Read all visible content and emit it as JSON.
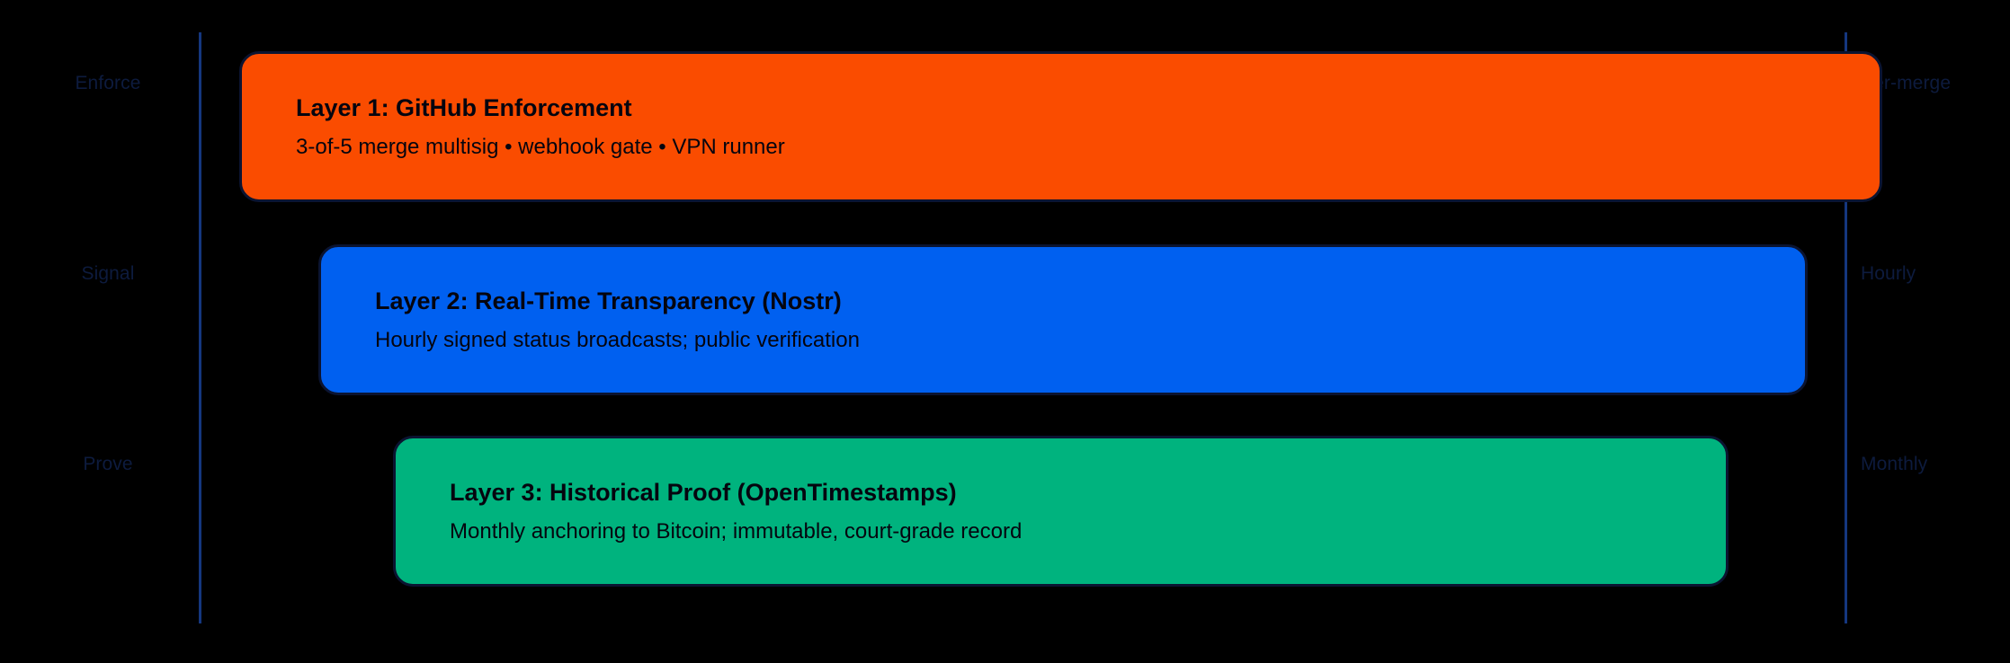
{
  "diagram": {
    "background_color": "#000000",
    "rail_color": "#15377f",
    "axis_label_color": "#0d1b3e",
    "card_border_color": "#0b1431",
    "card_text_color": "#05050f"
  },
  "left_axis": {
    "labels": [
      {
        "name": "enforce",
        "text": "Enforce"
      },
      {
        "name": "signal",
        "text": "Signal"
      },
      {
        "name": "prove",
        "text": "Prove"
      }
    ]
  },
  "right_axis": {
    "labels": [
      {
        "name": "per-merge",
        "text": "Per-merge"
      },
      {
        "name": "hourly",
        "text": "Hourly"
      },
      {
        "name": "monthly",
        "text": "Monthly"
      }
    ]
  },
  "layers": [
    {
      "id": "layer-1",
      "title": "Layer 1: GitHub Enforcement",
      "subtitle": "3-of-5 merge multisig • webhook gate • VPN runner",
      "color": "#FA4C00",
      "cadence": "Per-merge",
      "role": "Enforce"
    },
    {
      "id": "layer-2",
      "title": "Layer 2: Real-Time Transparency (Nostr)",
      "subtitle": "Hourly signed status broadcasts; public verification",
      "color": "#0060F0",
      "cadence": "Hourly",
      "role": "Signal"
    },
    {
      "id": "layer-3",
      "title": "Layer 3: Historical Proof (OpenTimestamps)",
      "subtitle": "Monthly anchoring to Bitcoin; immutable, court-grade record",
      "color": "#00B37E",
      "cadence": "Monthly",
      "role": "Prove"
    }
  ]
}
